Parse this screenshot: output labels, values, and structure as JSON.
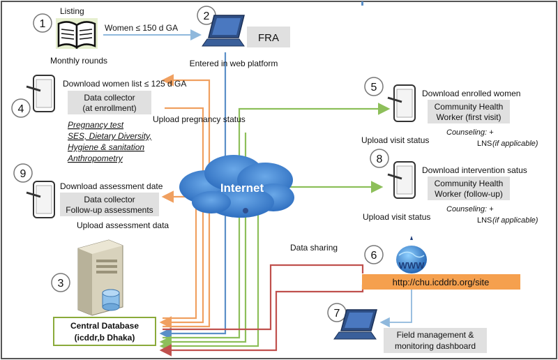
{
  "steps": {
    "n1": "1",
    "n2": "2",
    "n3": "3",
    "n4": "4",
    "n5": "5",
    "n6": "6",
    "n7": "7",
    "n8": "8",
    "n9": "9"
  },
  "listing": {
    "title": "Listing",
    "subtitle": "Monthly rounds",
    "arrow_label": "Women ≤ 150 d GA"
  },
  "fra": {
    "label": "FRA",
    "caption": "Entered in web platform"
  },
  "collector_enrollment": {
    "download": "Download women list ≤ 125 d GA",
    "line1": "Data collector",
    "line2": "(at enrollment)",
    "upload": "Upload pregnancy status",
    "tasks": [
      "Pregnancy test",
      "SES, Dietary Diversity,",
      "Hygiene & sanitation",
      "Anthropometry"
    ]
  },
  "collector_followup": {
    "download": "Download  assessment date",
    "line1": "Data collector",
    "line2": "Follow-up assessments",
    "upload": "Upload assessment data"
  },
  "chw_first": {
    "download": "Download enrolled women",
    "line1": "Community Health",
    "line2": "Worker (first visit)",
    "upload": "Upload visit status",
    "counsel": "Counseling:  +",
    "lns": "LNS",
    "lns_note": "(if applicable)"
  },
  "chw_followup": {
    "download": "Download  intervention satus",
    "line1": "Community Health",
    "line2": "Worker (follow-up)",
    "upload": "Upload visit status",
    "counsel": "Counseling:  +",
    "lns": "LNS",
    "lns_note": "(if applicable)"
  },
  "internet": {
    "label": "Internet"
  },
  "database": {
    "line1": "Central Database",
    "line2": "(icddr,b  Dhaka)"
  },
  "web": {
    "sharing": "Data sharing",
    "url": "http://chu.icddrb.org/site",
    "icon_text": "WWW"
  },
  "dashboard": {
    "line1": "Field management &",
    "line2": "monitoring dashboard"
  },
  "colors": {
    "blue": "#5b8fc7",
    "green": "#8dbf5a",
    "orange": "#f0a060",
    "red": "#c0504d",
    "cloud": "#3a7fd0",
    "gray_box": "#e0e0e0",
    "url_box": "#f5a04e",
    "db_border": "#8aaa3a"
  }
}
